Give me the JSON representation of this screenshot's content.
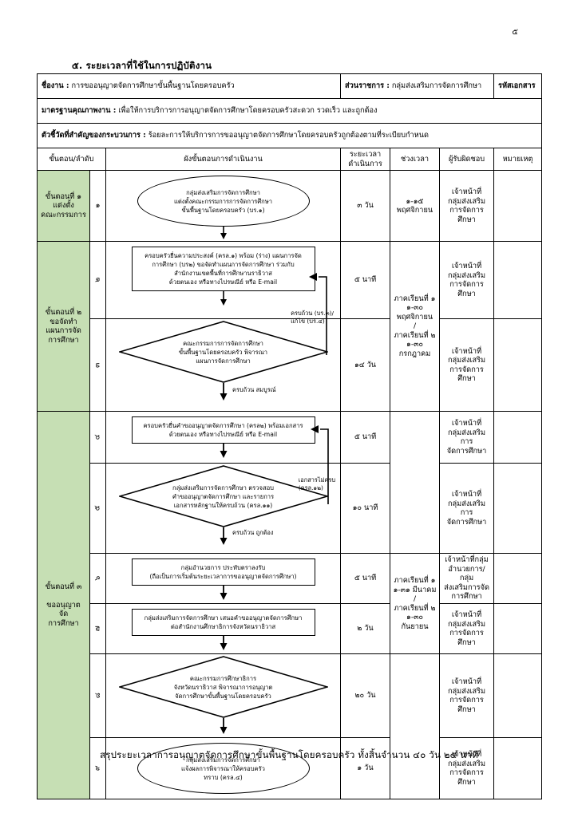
{
  "page": {
    "number": "๕",
    "section_heading": "๕. ระยะเวลาที่ใช้ในการปฏิบัติงาน",
    "summary": "สรุประยะเวลาการอนุญาตจัดการศึกษาขั้นพื้นฐานโดยครอบครัว ทั้งสิ้นจำนวน  ๔๐   วัน ๒๕  นาที"
  },
  "meta": {
    "job_name_label": "ชื่องาน :",
    "job_name_value": "การขออนุญาตจัดการศึกษาขั้นพื้นฐานโดยครอบครัว",
    "agency_label": "ส่วนราชการ :",
    "agency_value": "กลุ่มส่งเสริมการจัดการศึกษา",
    "doc_code_label": "รหัสเอกสาร",
    "standard_label": "มาตรฐานคุณภาพงาน :",
    "standard_value": "เพื่อให้การบริการการอนุญาตจัดการศึกษาโดยครอบครัวสะดวก รวดเร็ว และถูกต้อง",
    "kpi_label": "ตัวชี้วัดที่สำคัญของกระบวนการ :",
    "kpi_value": "ร้อยละการให้บริการการขออนุญาตจัดการศึกษาโดยครอบครัวถูกต้องตามที่ระเบียบกำหนด"
  },
  "table": {
    "headers": {
      "stage": "ขั้นตอน/ลำดับ",
      "flow": "ผังขั้นตอนการดำเนินงาน",
      "duration": "ระยะเวลา\nดำเนินการ",
      "duration_line1": "ระยะเวลา",
      "duration_line2": "ดำเนินการ",
      "period": "ช่วงเวลา",
      "responsible": "ผู้รับผิดชอบ",
      "note": "หมายเหตุ"
    },
    "stages": [
      {
        "label_line1": "ขั้นตอนที่ ๑",
        "label_line2": "แต่งตั้ง",
        "label_line3": "คณะกรรมการ"
      },
      {
        "label_line1": "ขั้นตอนที่ ๒",
        "label_line2": "ขอจัดทำ",
        "label_line3": "แผนการจัด",
        "label_line4": "การศึกษา"
      },
      {
        "label_line1": "ขั้นตอนที่ ๓",
        "label_line2": "ขออนุญาต",
        "label_line3": "จัด",
        "label_line4": "การศึกษา"
      }
    ],
    "rows": [
      {
        "seq": "๑",
        "shape": "ellipse",
        "text_lines": [
          "กลุ่มส่งเสริมการจัดการศึกษา",
          "แต่งตั้งคณะกรรมการการจัดการศึกษา",
          "ขั้นพื้นฐานโดยครอบครัว (บร.๑)"
        ],
        "duration": "๓ วัน",
        "period_lines": [
          "๑-๑๕",
          "พฤศจิกายน"
        ],
        "responsible_lines": [
          "เจ้าหน้าที่",
          "กลุ่มส่งเสริม",
          "การจัดการศึกษา"
        ],
        "note": ""
      },
      {
        "seq": "๒",
        "shape": "rect",
        "text_lines": [
          "ครอบครัวยื่นความประสงค์ (ครล.๑) พร้อม (ร่าง) แผนการจัด",
          "การศึกษา (บร๒) ขอจัดทำแผนการจัดการศึกษา ร่วมกับ",
          "สำนักงานเขตพื้นที่การศึกษานราธิวาส",
          "ด้วยตนเอง หรือทางไปรษณีย์ หรือ E-mail"
        ],
        "duration": "๕ นาที",
        "period_lines": [],
        "responsible_lines": [
          "เจ้าหน้าที่",
          "กลุ่มส่งเสริม",
          "การจัดการศึกษา"
        ],
        "note": ""
      },
      {
        "seq": "๓",
        "shape": "diamond",
        "text_lines": [
          "คณะกรรมการการจัดการศึกษา",
          "ขั้นพื้นฐานโดยครอบครัว พิจารณา",
          "แผนการจัดการศึกษา"
        ],
        "edge_label_right_lines": [
          "ครบถ้วน (บร.๓)/",
          "แก้ไข (บร.๔)"
        ],
        "edge_label_bottom": "ครบถ้วน สมบูรณ์",
        "duration": "๑๔ วัน",
        "period_lines": [],
        "responsible_lines": [
          "เจ้าหน้าที่",
          "กลุ่มส่งเสริม",
          "การจัดการศึกษา"
        ],
        "note": ""
      },
      {
        "seq": "๔",
        "shape": "rect",
        "text_lines": [
          "ครอบครัวยื่นคำขออนุญาตจัดการศึกษา (ครล๒) พร้อมเอกสาร",
          "ด้วยตนเอง หรือทางไปรษณีย์ หรือ E-mail"
        ],
        "duration": "๕ นาที",
        "period_lines": [],
        "responsible_lines": [
          "เจ้าหน้าที่",
          "กลุ่มส่งเสริมการ",
          "จัดการศึกษา"
        ],
        "note": ""
      },
      {
        "seq": "๕",
        "shape": "diamond",
        "text_lines": [
          "กลุ่มส่งเสริมการจัดการศึกษา ตรวจสอบ",
          "คำขออนุญาตจัดการศึกษา และรายการ",
          "เอกสารหลักฐานให้ครบถ้วน (ครล.๑๑)"
        ],
        "edge_label_right_lines": [
          "เอกสารไม่ครบ",
          "(ครล.๑๒)"
        ],
        "edge_label_bottom": "ครบถ้วน ถูกต้อง",
        "duration": "๑๐ นาที",
        "period_lines": [],
        "responsible_lines": [
          "เจ้าหน้าที่",
          "กลุ่มส่งเสริมการ",
          "จัดการศึกษา"
        ],
        "note": ""
      },
      {
        "seq": "๖",
        "shape": "rect",
        "text_lines": [
          "กลุ่มอำนวยการ ประทับตราลงรับ",
          "(ถือเป็นการเริ่มต้นระยะเวลาการขออนุญาตจัดการศึกษา)"
        ],
        "duration": "๕ นาที",
        "period_lines": [],
        "responsible_lines": [
          "เจ้าหน้าที่กลุ่ม",
          "อำนวยการ/กลุ่ม",
          "ส่งเสริมการจัด",
          "การศึกษา"
        ],
        "note": ""
      },
      {
        "seq": "๗",
        "shape": "rect",
        "text_lines": [
          "กลุ่มส่งเสริมการจัดการศึกษา เสนอคำขออนุญาตจัดการศึกษา",
          "ต่อสำนักงานศึกษาธิการจังหวัดนราธิวาส"
        ],
        "duration": "๒ วัน",
        "period_lines": [],
        "responsible_lines": [
          "เจ้าหน้าที่",
          "กลุ่มส่งเสริม",
          "การจัดการศึกษา"
        ],
        "note": ""
      },
      {
        "seq": "๘",
        "shape": "diamond",
        "text_lines": [
          "คณะกรรมการศึกษาธิการ",
          "จังหวัดนราธิวาส พิจารณาการอนุญาต",
          "จัดการศึกษาขั้นพื้นฐานโดยครอบครัว"
        ],
        "duration": "๒๐ วัน",
        "period_lines": [],
        "responsible_lines": [
          "เจ้าหน้าที่",
          "กลุ่มส่งเสริม",
          "การจัดการศึกษา"
        ],
        "note": ""
      },
      {
        "seq": "๙",
        "shape": "ellipse",
        "text_lines": [
          "กลุ่มส่งเสริมการจัดการศึกษา",
          "แจ้งผลการพิจารณาให้ครอบครัว",
          "ทราบ (ครล.๔)"
        ],
        "duration": "๑ วัน",
        "period_lines": [],
        "responsible_lines": [
          "เจ้าหน้าที่",
          "กลุ่มส่งเสริม",
          "การจัดการศึกษา"
        ],
        "note": ""
      }
    ],
    "periods": [
      {
        "lines": [
          "ภาคเรียนที่ ๑",
          "๑-๓๐ พฤศจิกายน",
          "/",
          "ภาคเรียนที่ ๒",
          "๑-๓๐ กรกฎาคม"
        ]
      },
      {
        "lines": [
          "ภาคเรียนที่ ๑",
          "๑-๓๑ มีนาคม",
          "/",
          "ภาคเรียนที่ ๒",
          "๑-๓๐ กันยายน"
        ]
      }
    ]
  },
  "colors": {
    "stage_fill": "#c6dfb4",
    "line": "#000000",
    "background": "#ffffff"
  }
}
